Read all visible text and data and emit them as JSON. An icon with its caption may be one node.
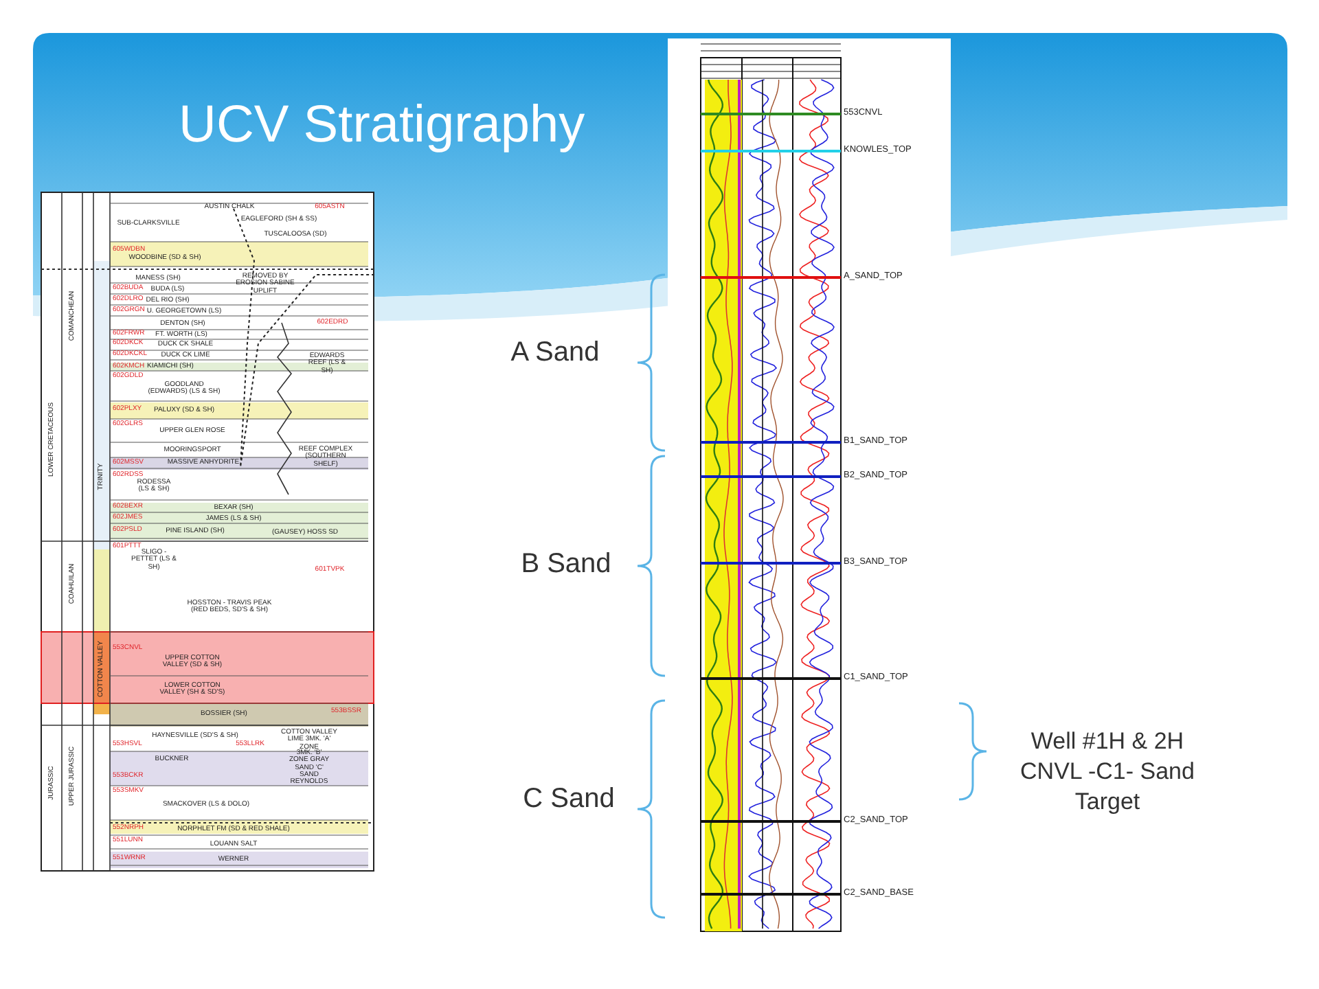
{
  "diagram": {
    "title": "UCV Stratigraphy",
    "labels": [
      "AUSTIN CHALK",
      "605ASTN",
      "SUB-CLARKSVILLE",
      "EAGLEFORD (SH & SS)",
      "TUSCALOOSA (SD)",
      "605WDBN",
      "WOODBINE (SD & SH)",
      "MANESS (SH)",
      "REMOVED BY EROSION SABINE UPLIFT",
      "602BUDA",
      "BUDA (LS)",
      "602DLRO",
      "DEL RIO (SH)",
      "602GRGN",
      "U. GEORGETOWN (LS)",
      "DENTON (SH)",
      "602FRWR",
      "FT. WORTH (LS)",
      "602DKCK",
      "DUCK CK SHALE",
      "602DKCKL",
      "DUCK CK LIME",
      "602EDRD",
      "EDWARDS REEF (LS & SH)",
      "602KMCH",
      "KIAMICHI (SH)",
      "602GDLD",
      "GOODLAND (EDWARDS) (LS & SH)",
      "602PLXY",
      "PALUXY (SD & SH)",
      "602GLRS",
      "UPPER GLEN ROSE",
      "MOORINGSPORT",
      "REEF COMPLEX (SOUTHERN SHELF)",
      "602MSSV",
      "MASSIVE ANHYDRITE",
      "602RDSS",
      "RODESSA (LS & SH)",
      "602BEXR",
      "BEXAR (SH)",
      "602JMES",
      "JAMES (LS & SH)",
      "602PSLD",
      "PINE ISLAND (SH)",
      "(GAUSEY) HOSS SD",
      "601PTTT",
      "SLIGO - PETTET (LS & SH)",
      "601TVPK",
      "HOSSTON - TRAVIS PEAK (RED BEDS, SD'S & SH)",
      "553CNVL",
      "UPPER COTTON VALLEY (SD & SH)",
      "LOWER COTTON VALLEY (SH & SD'S)",
      "553BSSR",
      "BOSSIER (SH)",
      "HAYNESVILLE (SD'S & SH)",
      "553HSVL",
      "553LLRK",
      "COTTON VALLEY LIME 3MK. 'A' ZONE",
      "BUCKNER",
      "3MK. 'B' ZONE GRAY SAND 'C' SAND REYNOLDS",
      "553BCKR",
      "553SMKV",
      "SMACKOVER (LS & DOLO)",
      "552NRPH",
      "NORPHLET FM (SD & RED SHALE)",
      "551LUNN",
      "LOUANN SALT",
      "551WRNR",
      "WERNER",
      "LOWER CRETACEOUS",
      "COMANCHEAN",
      "TRINITY",
      "COAHUILAN",
      "COTTON VALLEY",
      "JURASSIC",
      "UPPER JURASSIC",
      "A Sand",
      "B Sand",
      "C Sand",
      "553CNVL",
      "KNOWLES_TOP",
      "A_SAND_TOP",
      "B1_SAND_TOP",
      "B2_SAND_TOP",
      "B3_SAND_TOP",
      "C1_SAND_TOP",
      "C2_SAND_TOP",
      "C2_SAND_BASE",
      "Well #1H & 2H CNVL -C1- Sand Target"
    ]
  }
}
